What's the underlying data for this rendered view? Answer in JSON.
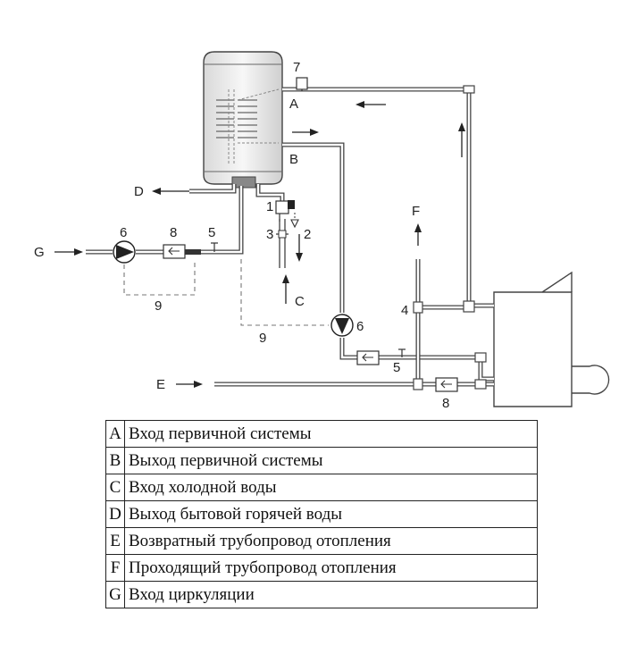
{
  "diagram": {
    "labels": {
      "A": "A",
      "B": "B",
      "C": "C",
      "D": "D",
      "E": "E",
      "F": "F",
      "G": "G",
      "n1": "1",
      "n2": "2",
      "n3": "3",
      "n4": "4",
      "n5_left": "5",
      "n5_right": "5",
      "n6_left": "6",
      "n6_right": "6",
      "n7": "7",
      "n8_left": "8",
      "n8_right": "8",
      "n9_left": "9",
      "n9_right": "9"
    }
  },
  "legend": {
    "rows": [
      {
        "key": "A",
        "text": "Вход  первичной системы"
      },
      {
        "key": "B",
        "text": "Выход  первичной системы"
      },
      {
        "key": "C",
        "text": "Вход холодной воды"
      },
      {
        "key": "D",
        "text": "Выход  бытовой горячей воды"
      },
      {
        "key": "E",
        "text": "Возвратный трубопровод отопления"
      },
      {
        "key": "F",
        "text": "Проходящий трубопровод отопления"
      },
      {
        "key": "G",
        "text": "Вход циркуляции"
      }
    ]
  }
}
